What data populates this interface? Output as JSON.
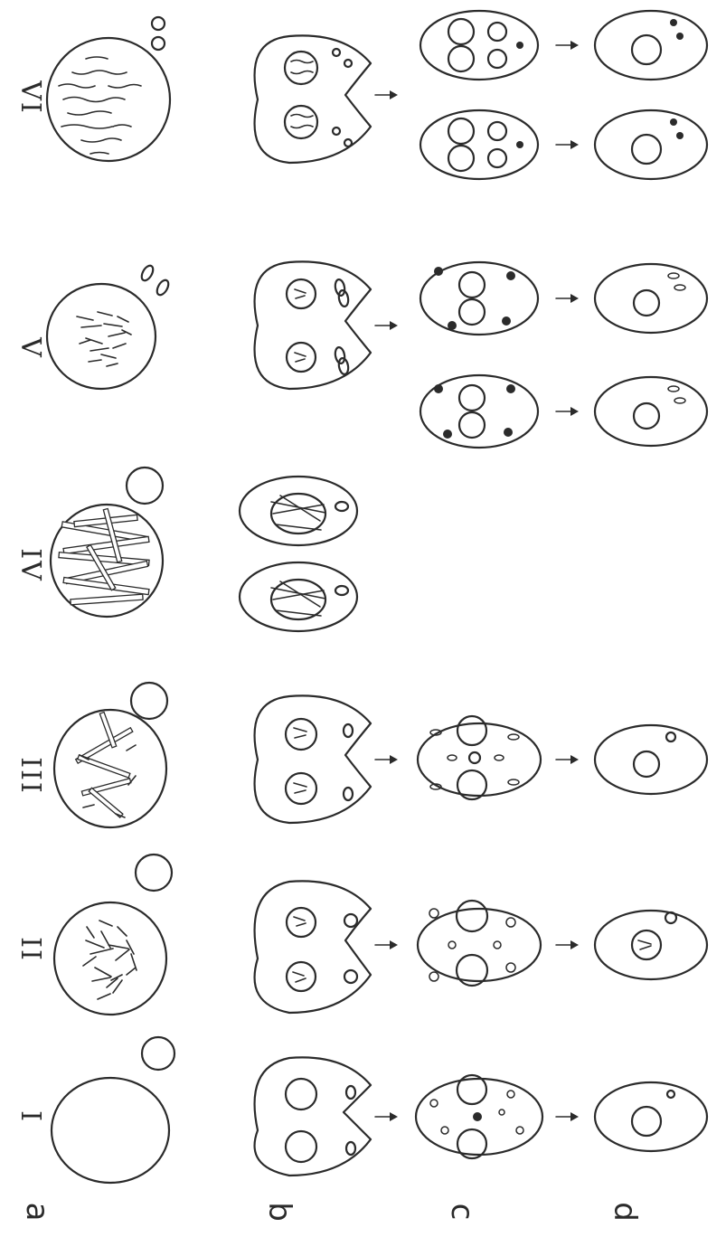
{
  "figure": {
    "rows": [
      {
        "id": "a",
        "label": "a"
      },
      {
        "id": "b",
        "label": "b"
      },
      {
        "id": "c",
        "label": "c"
      },
      {
        "id": "d",
        "label": "d"
      }
    ],
    "columns": [
      {
        "id": "I",
        "label": "I"
      },
      {
        "id": "II",
        "label": "II"
      },
      {
        "id": "III",
        "label": "III"
      },
      {
        "id": "IV",
        "label": "IV"
      },
      {
        "id": "V",
        "label": "V"
      },
      {
        "id": "VI",
        "label": "VI"
      }
    ]
  }
}
